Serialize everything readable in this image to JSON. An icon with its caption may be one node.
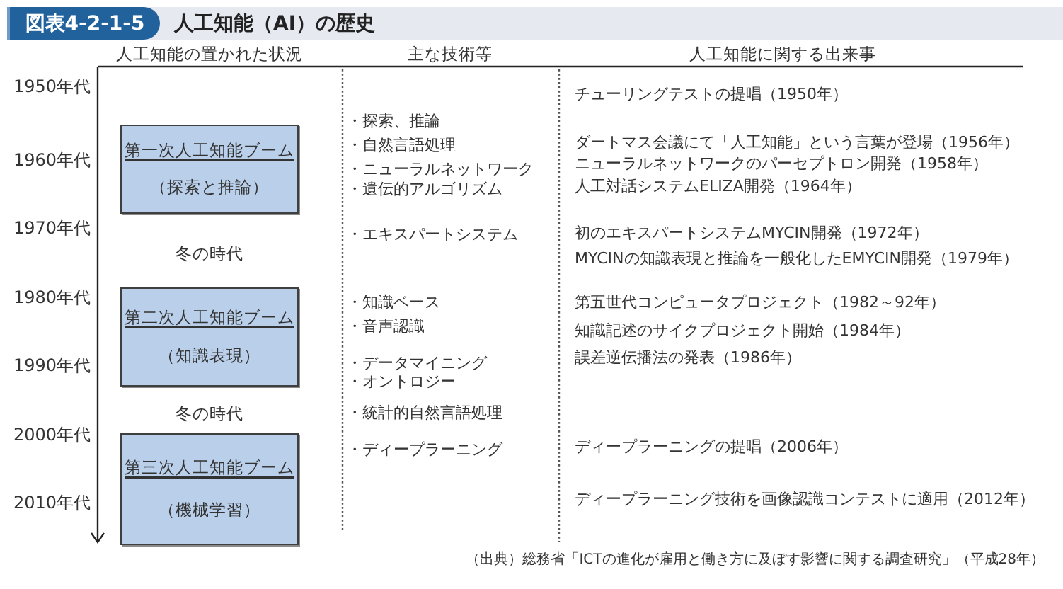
{
  "diagram": {
    "title": "人工知能（AI）の歴史",
    "caption": "（出典）総務省「ICTの進化が雇用と働き方に及ぼす影響に関する調査研究」（平成28年）",
    "nodes": [
      {
        "text": [
          "第一次人工知能ブーム",
          "（探索と推論）"
        ]
      },
      {
        "text": [
          "第二次人工知能ブーム",
          "（知識表現）"
        ]
      },
      {
        "text": [
          "第三次人工知能ブーム",
          "（機械学習）"
        ]
      }
    ],
    "labels": [
      "図表4-2-1-5",
      "人工知能の置かれた状況",
      "主な技術等",
      "人工知能に関する出来事",
      "1950年代",
      "1960年代",
      "1970年代",
      "1980年代",
      "1990年代",
      "2000年代",
      "2010年代",
      "冬の時代",
      "冬の時代",
      "・探索、推論",
      "・自然言語処理",
      "・ニューラルネットワーク",
      "・遺伝的アルゴリズム",
      "・エキスパートシステム",
      "・知識ベース",
      "・音声認識",
      "・データマイニング",
      "・オントロジー",
      "・統計的自然言語処理",
      "・ディープラーニング",
      "チューリングテストの提唱（1950年）",
      "ダートマス会議にて「人工知能」という言葉が登場（1956年）",
      "ニューラルネットワークのパーセプトロン開発（1958年）",
      "人工対話システムELIZA開発（1964年）",
      "初のエキスパートシステムMYCIN開発（1972年）",
      "MYCINの知識表現と推論を一般化したEMYCIN開発（1979年）",
      "第五世代コンピュータプロジェクト（1982～92年）",
      "知識記述のサイクプロジェクト開始（1984年）",
      "誤差逆伝播法の発表（1986年）",
      "ディープラーニングの提唱（2006年）",
      "ディープラーニング技術を画像認識コンテストに適用（2012年）"
    ]
  }
}
